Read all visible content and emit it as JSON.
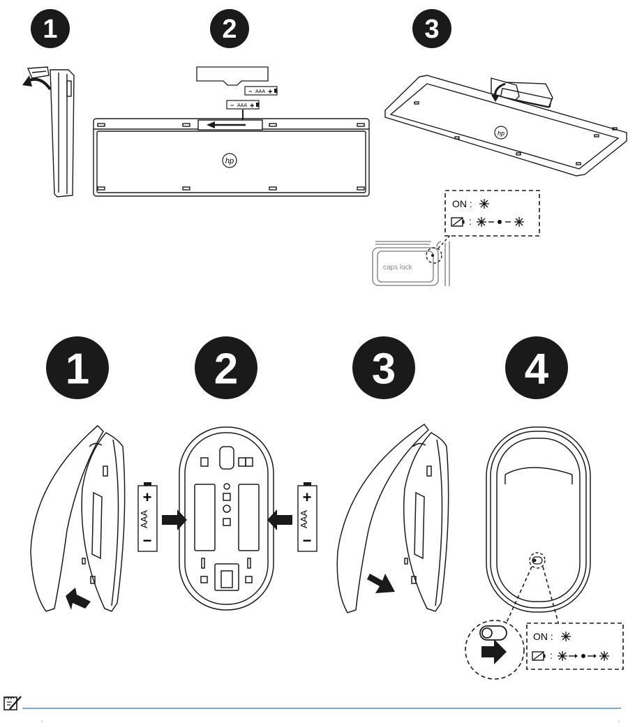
{
  "keyboard": {
    "steps": [
      "1",
      "2",
      "3"
    ],
    "battery_label": "AAA",
    "plus": "+",
    "minus": "−",
    "logo": "hp",
    "caps_lock_label": "caps lock",
    "status_on_label": "ON :",
    "status_low_label": ":"
  },
  "mouse": {
    "steps": [
      "1",
      "2",
      "3",
      "4"
    ],
    "battery_label": "AAA",
    "plus": "+",
    "minus": "−",
    "status_on_label": "ON :",
    "status_low_label": ":"
  },
  "colors": {
    "ink": "#1a1a1a",
    "rule": "#2e75b6",
    "paper": "#ffffff"
  },
  "icons": [
    "sun-icon",
    "dot-icon",
    "low-battery-icon",
    "switch-icon",
    "arrow-right-icon",
    "note-icon"
  ]
}
